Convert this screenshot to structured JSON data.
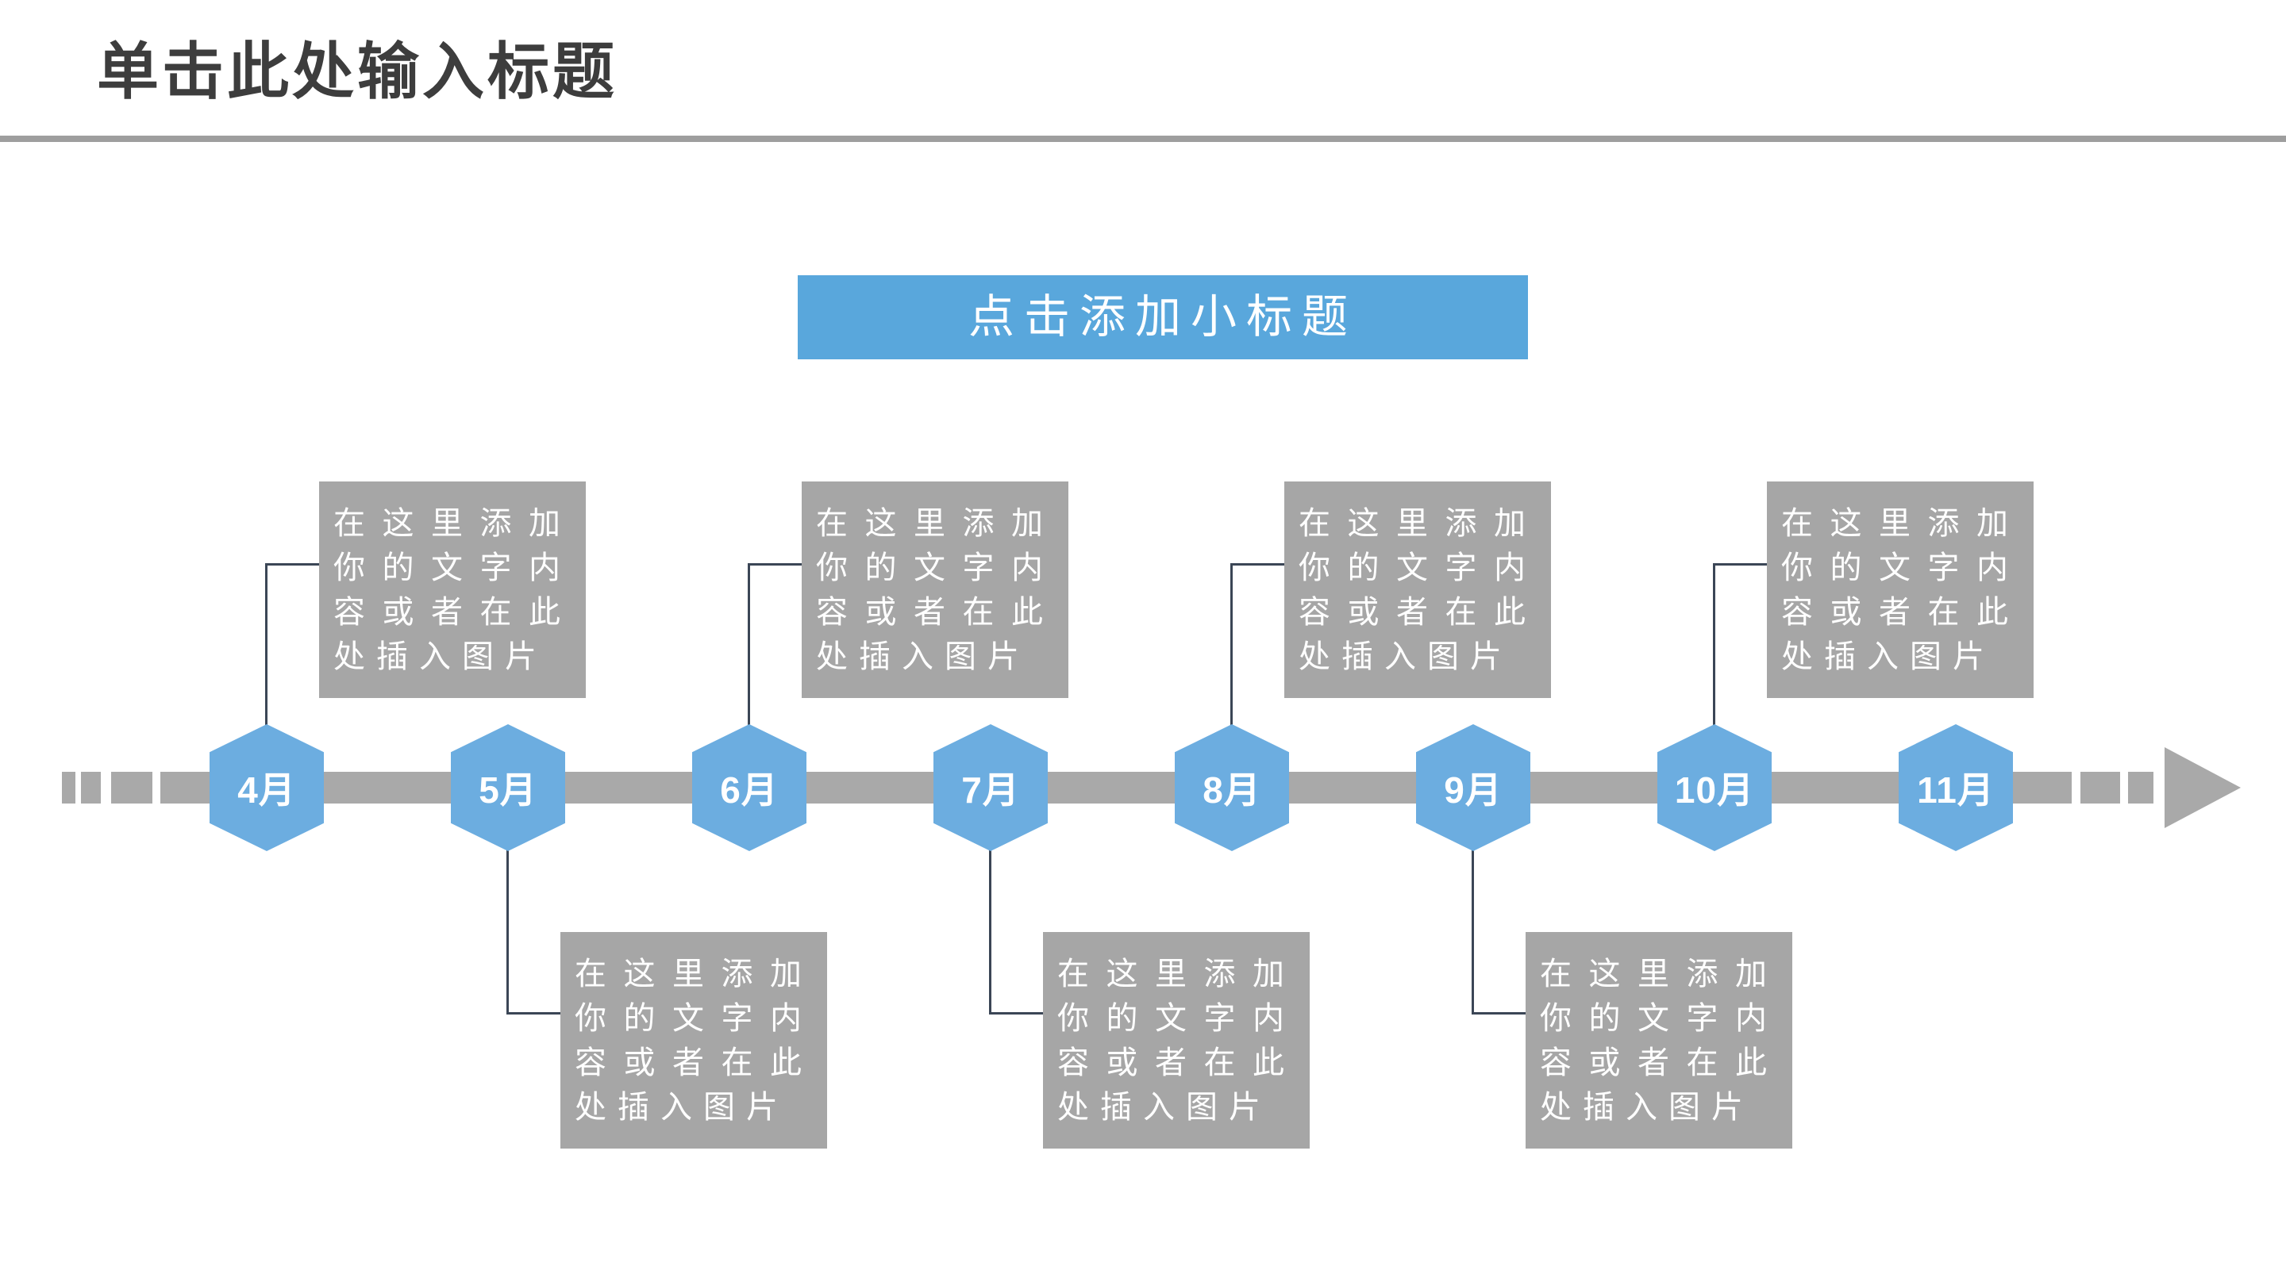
{
  "title": "单击此处输入标题",
  "subtitle": "点击添加小标题",
  "placeholder_text": "在这里添加你的文字内容或者在此处插入图片",
  "timeline": {
    "direction": "left-to-right-arrow",
    "months": [
      {
        "label": "4月",
        "box": "above"
      },
      {
        "label": "5月",
        "box": "below"
      },
      {
        "label": "6月",
        "box": "above"
      },
      {
        "label": "7月",
        "box": "below"
      },
      {
        "label": "8月",
        "box": "above"
      },
      {
        "label": "9月",
        "box": "below"
      },
      {
        "label": "10月",
        "box": "above"
      },
      {
        "label": "11月",
        "box": "none"
      }
    ]
  },
  "colors": {
    "hex_blue": "#6CADE0",
    "banner_blue": "#59A7DC",
    "bar_gray": "#A9A9A9",
    "box_gray": "#A6A6A6",
    "connector": "#3B4656",
    "title_color": "#3D3D3D",
    "rule_color": "#9E9E9E"
  }
}
